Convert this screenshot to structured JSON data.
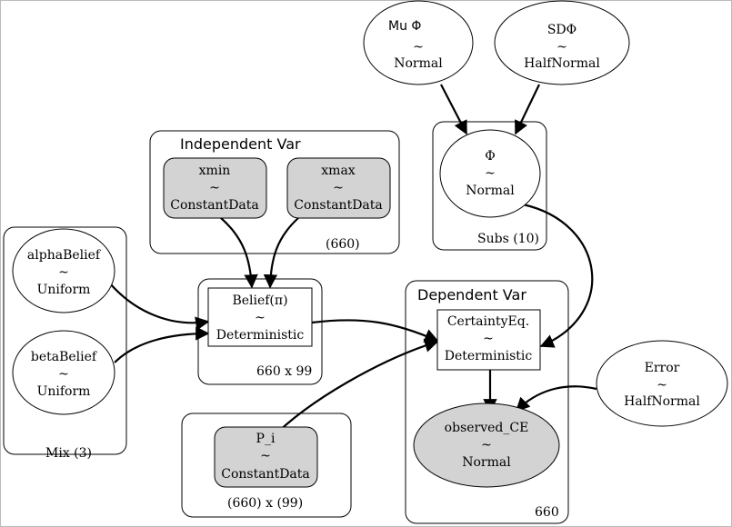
{
  "colors": {
    "observed_fill": "#d3d3d3",
    "stroke": "#000000",
    "background": "#ffffff"
  },
  "plates": {
    "independent_var": {
      "title": "Independent Var",
      "count": "(660)"
    },
    "subs": {
      "count": "Subs (10)"
    },
    "mix": {
      "count": "Mix (3)"
    },
    "belief": {
      "count": "660 x 99"
    },
    "dependent_var": {
      "title": "Dependent Var",
      "count": "660"
    },
    "pi": {
      "count": "(660) x (99)"
    }
  },
  "nodes": {
    "mu_phi": {
      "name": "Mu Φ",
      "tilde": "~",
      "dist": "Normal"
    },
    "sd_phi": {
      "name": "SDΦ",
      "tilde": "~",
      "dist": "HalfNormal"
    },
    "phi": {
      "name": "Φ",
      "tilde": "~",
      "dist": "Normal"
    },
    "xmin": {
      "name": "xmin",
      "tilde": "~",
      "dist": "ConstantData"
    },
    "xmax": {
      "name": "xmax",
      "tilde": "~",
      "dist": "ConstantData"
    },
    "alpha_belief": {
      "name": "alphaBelief",
      "tilde": "~",
      "dist": "Uniform"
    },
    "beta_belief": {
      "name": "betaBelief",
      "tilde": "~",
      "dist": "Uniform"
    },
    "belief": {
      "name": "Belief(π)",
      "tilde": "~",
      "dist": "Deterministic"
    },
    "certainty_eq": {
      "name": "CertaintyEq.",
      "tilde": "~",
      "dist": "Deterministic"
    },
    "error": {
      "name": "Error",
      "tilde": "~",
      "dist": "HalfNormal"
    },
    "observed_ce": {
      "name": "observed_CE",
      "tilde": "~",
      "dist": "Normal"
    },
    "p_i": {
      "name": "P_i",
      "tilde": "~",
      "dist": "ConstantData"
    }
  }
}
